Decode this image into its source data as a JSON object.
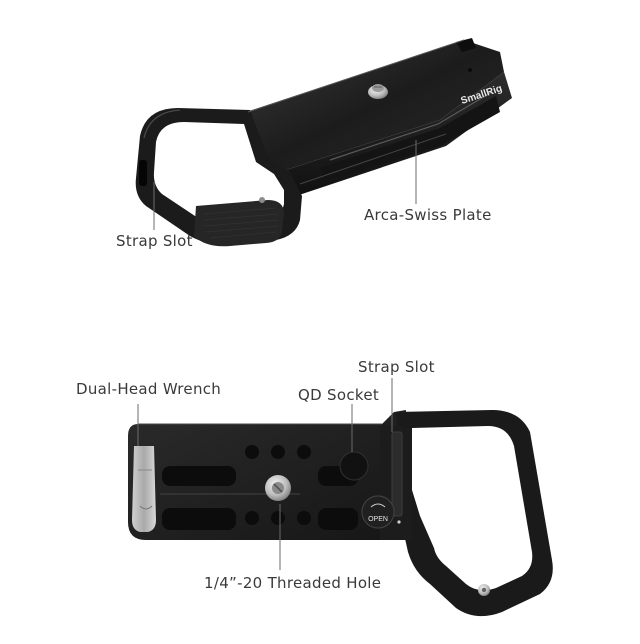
{
  "product": {
    "brand_mark": "SmallRig",
    "button_label": "OPEN"
  },
  "callouts": {
    "top_strap_slot": "Strap Slot",
    "arca_swiss_plate": "Arca-Swiss Plate",
    "dual_head_wrench": "Dual-Head Wrench",
    "qd_socket": "QD Socket",
    "bottom_strap_slot": "Strap Slot",
    "threaded_hole": "1/4”-20 Threaded Hole"
  },
  "colors": {
    "metal": "#1e1e1e",
    "metal_edge": "#3b3b3b",
    "callout_text": "#3a3a3a",
    "leader": "#6b6b6b"
  }
}
